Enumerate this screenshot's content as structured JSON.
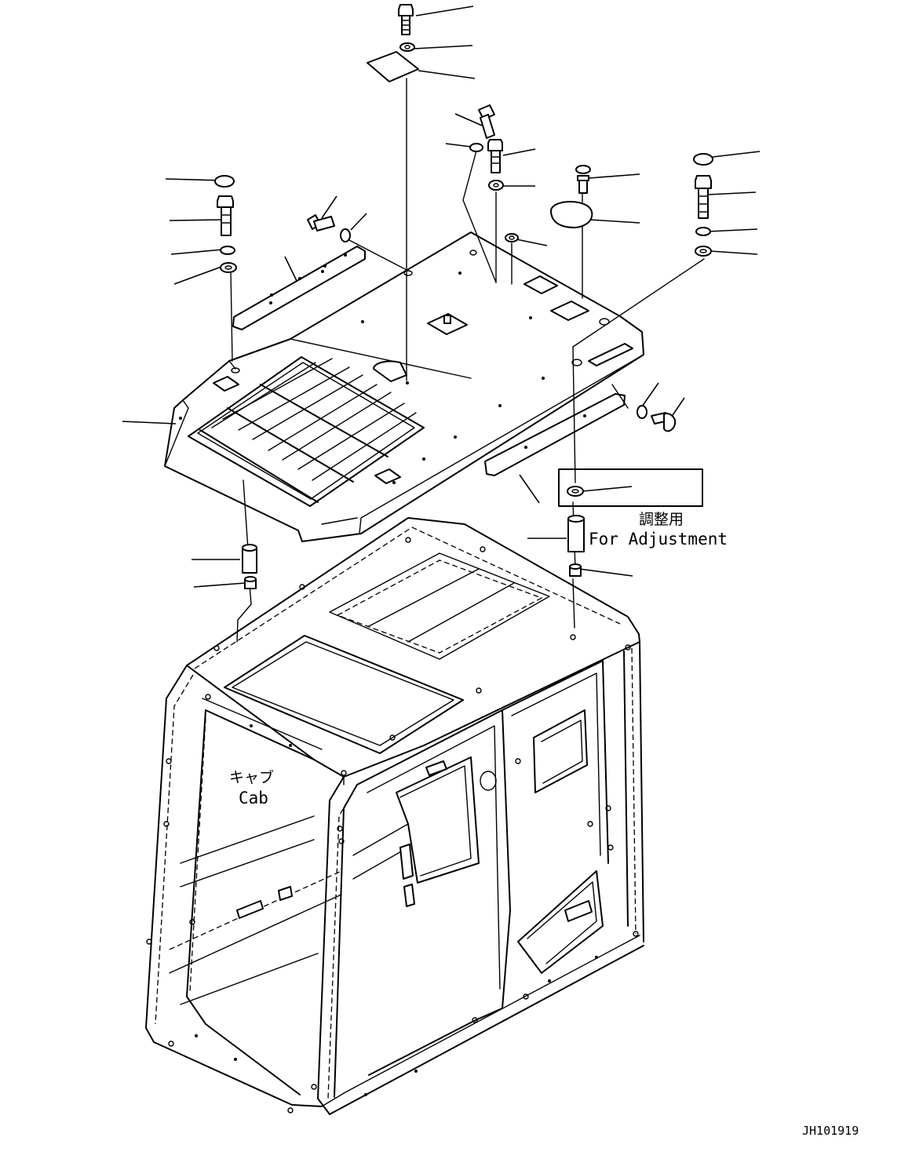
{
  "labels": {
    "adjust_jp": "調整用",
    "adjust_en": "For Adjustment",
    "cab_jp": "キャブ",
    "cab_en": "Cab",
    "drawing_id": "JH101919"
  },
  "colors": {
    "line": "#000000",
    "background": "#ffffff"
  }
}
